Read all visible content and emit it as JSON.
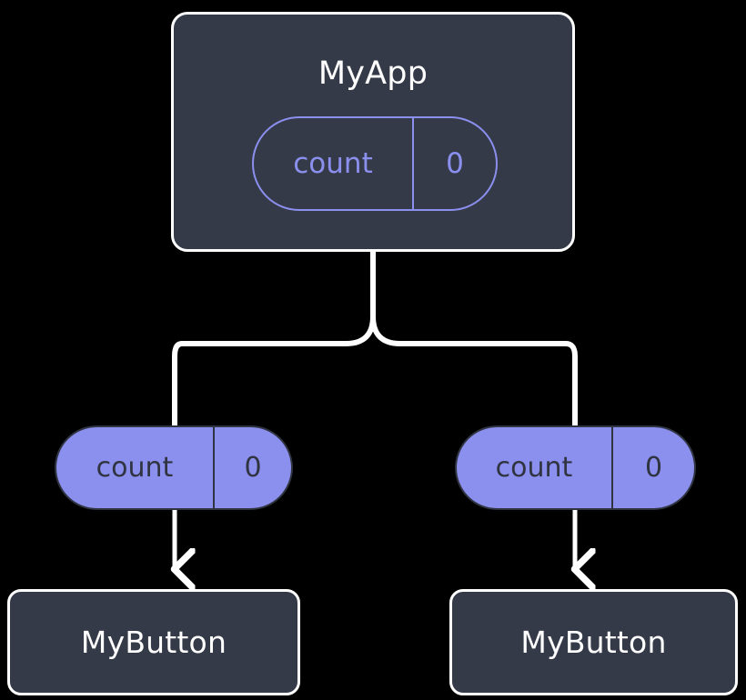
{
  "diagram": {
    "type": "component-tree",
    "background_color": "#000000",
    "palette": {
      "box_fill": "#343a48",
      "box_stroke": "#ffffff",
      "box_text": "#ffffff",
      "pill_accent": "#8b8fee",
      "pill_outline_text": "#8b8fee",
      "pill_filled_text": "#2f3440",
      "pill_filled_stroke": "#2f3440",
      "connector": "#ffffff"
    },
    "root": {
      "title": "MyApp",
      "state_pill": {
        "key": "count",
        "value": "0",
        "style": "outlined"
      }
    },
    "children": [
      {
        "prop_pill": {
          "key": "count",
          "value": "0",
          "style": "filled"
        },
        "component": {
          "title": "MyButton"
        }
      },
      {
        "prop_pill": {
          "key": "count",
          "value": "0",
          "style": "filled"
        },
        "component": {
          "title": "MyButton"
        }
      }
    ],
    "connectors": [
      {
        "name": "root-to-branch-split",
        "kind": "tree-fork"
      },
      {
        "name": "left-pill-to-button",
        "kind": "arrow-down"
      },
      {
        "name": "right-pill-to-button",
        "kind": "arrow-down"
      }
    ]
  }
}
